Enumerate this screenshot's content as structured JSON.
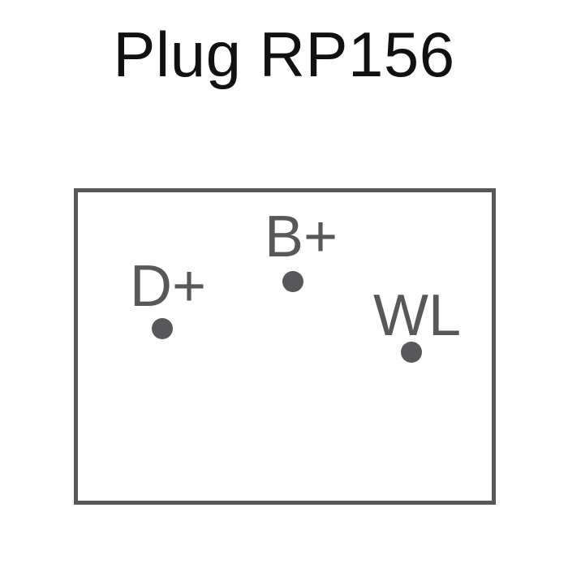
{
  "title": "Plug RP156",
  "colors": {
    "outline": "#58585a",
    "pin": "#58585a",
    "title": "#111111"
  },
  "pins": [
    {
      "label": "D+"
    },
    {
      "label": "B+"
    },
    {
      "label": "WL"
    }
  ]
}
